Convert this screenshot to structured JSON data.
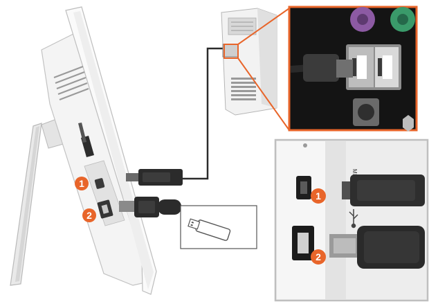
{
  "badges": {
    "mini_usb": "1",
    "usb_a": "2"
  },
  "inset": {
    "vertical_label": "MEMOR"
  },
  "colors": {
    "accent": "#e8652a",
    "cable": "#2b2b2b",
    "device": "#f2f2f2",
    "ps2_purple": "#8c5aa3",
    "ps2_green": "#3a9a6a"
  },
  "icons": {
    "usb_symbol": "usb-icon"
  }
}
